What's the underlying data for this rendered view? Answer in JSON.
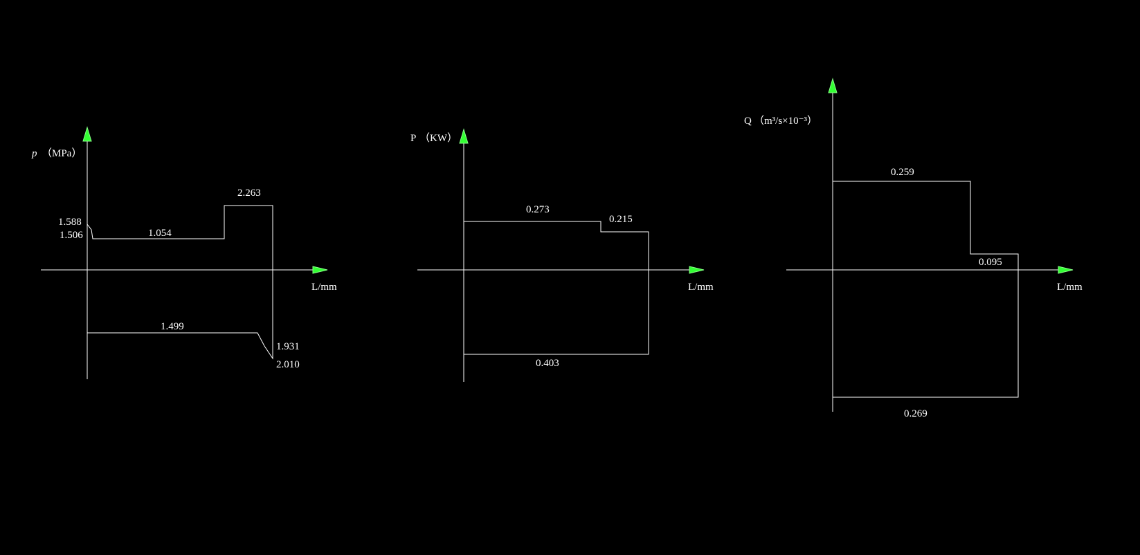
{
  "colors": {
    "background": "#000000",
    "line": "#ffffff",
    "arrow": "#33ff33"
  },
  "chart_data": [
    {
      "type": "line",
      "chart_id": "pressure",
      "ylabel_main": "p",
      "ylabel_unit": "（MPa）",
      "xlabel": "L/mm",
      "series": [
        {
          "values": [
            1.588,
            1.506,
            1.054,
            2.263
          ]
        },
        {
          "values": [
            1.499,
            1.931,
            2.01
          ]
        }
      ],
      "value_labels": [
        "1.588",
        "1.506",
        "1.054",
        "2.263",
        "1.499",
        "1.931",
        "2.010"
      ]
    },
    {
      "type": "line",
      "chart_id": "power",
      "ylabel_main": "P",
      "ylabel_unit": "（KW）",
      "xlabel": "L/mm",
      "series": [
        {
          "values": [
            0.273,
            0.215
          ]
        },
        {
          "values": [
            0.403
          ]
        }
      ],
      "value_labels": [
        "0.273",
        "0.215",
        "0.403"
      ]
    },
    {
      "type": "line",
      "chart_id": "flow",
      "ylabel_main": "Q",
      "ylabel_unit": "（m³/s×10⁻³）",
      "xlabel": "L/mm",
      "series": [
        {
          "values": [
            0.259,
            0.095
          ]
        },
        {
          "values": [
            0.269
          ]
        }
      ],
      "value_labels": [
        "0.259",
        "0.095",
        "0.269"
      ]
    }
  ]
}
